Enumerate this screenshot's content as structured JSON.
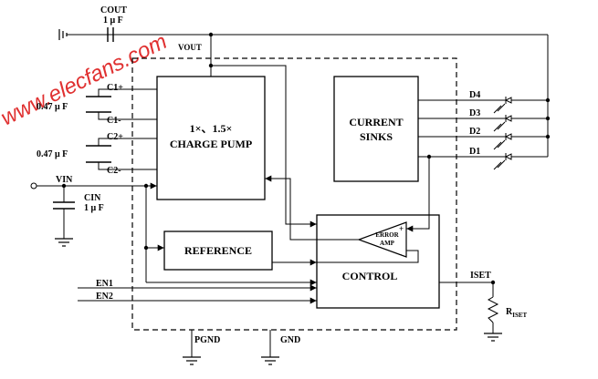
{
  "watermark": "www.elecfans.com",
  "blocks": {
    "charge_pump_line1": "1×、1.5×",
    "charge_pump_line2": "CHARGE PUMP",
    "current_sinks_line1": "CURRENT",
    "current_sinks_line2": "SINKS",
    "reference": "REFERENCE",
    "control": "CONTROL",
    "error_amp_line1": "ERROR",
    "error_amp_line2": "AMP",
    "error_amp_plus": "+",
    "error_amp_minus": "-"
  },
  "pins": {
    "vout": "VOUT",
    "c1p": "C1+",
    "c1m": "C1-",
    "c2p": "C2+",
    "c2m": "C2-",
    "vin": "VIN",
    "en1": "EN1",
    "en2": "EN2",
    "pgnd": "PGND",
    "gnd": "GND",
    "iset": "ISET",
    "d1": "D1",
    "d2": "D2",
    "d3": "D3",
    "d4": "D4"
  },
  "components": {
    "cout_name": "COUT",
    "cout_value": "1 μ F",
    "cap1_value": "0.47 μ F",
    "cap2_value": "0.47 μ F",
    "cin_name": "CIN",
    "cin_value": "1 μ F",
    "riset_main": "R",
    "riset_sub": "ISET"
  }
}
